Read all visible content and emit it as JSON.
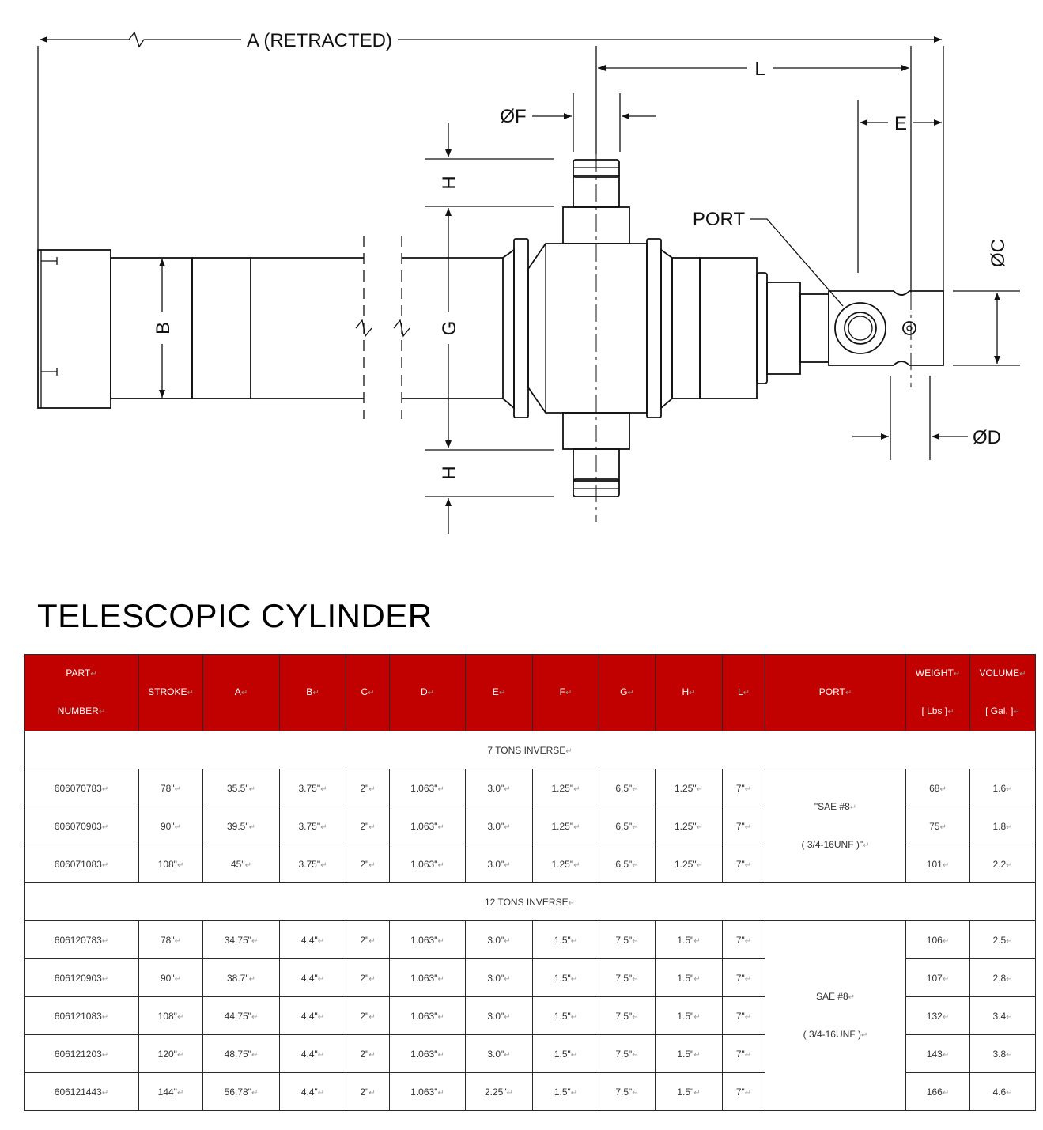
{
  "drawing": {
    "labels": {
      "a": "A (RETRACTED)",
      "l": "L",
      "f": "ØF",
      "e": "E",
      "port": "PORT",
      "c": "ØC",
      "b": "B",
      "g": "G",
      "h_top": "H",
      "h_bottom": "H",
      "d": "ØD"
    }
  },
  "title": "TELESCOPIC CYLINDER",
  "table": {
    "headers": {
      "part_line1": "PART",
      "part_line2": "NUMBER",
      "stroke": "STROKE",
      "a": "A",
      "b": "B",
      "c": "C",
      "d": "D",
      "e": "E",
      "f": "F",
      "g": "G",
      "h": "H",
      "l": "L",
      "port": "PORT",
      "weight_line1": "WEIGHT",
      "weight_line2": "[ Lbs ]",
      "volume_line1": "VOLUME",
      "volume_line2": "[ Gal. ]"
    },
    "sections": [
      {
        "title": "7 TONS INVERSE",
        "port_line1": "\"SAE #8",
        "port_line2": "( 3/4-16UNF )\"",
        "rows": [
          [
            "606070783",
            "78\"",
            "35.5\"",
            "3.75\"",
            "2\"",
            "1.063\"",
            "3.0\"",
            "1.25\"",
            "6.5\"",
            "1.25\"",
            "7\"",
            "68",
            "1.6"
          ],
          [
            "606070903",
            "90\"",
            "39.5\"",
            "3.75\"",
            "2\"",
            "1.063\"",
            "3.0\"",
            "1.25\"",
            "6.5\"",
            "1.25\"",
            "7\"",
            "75",
            "1.8"
          ],
          [
            "606071083",
            "108\"",
            "45\"",
            "3.75\"",
            "2\"",
            "1.063\"",
            "3.0\"",
            "1.25\"",
            "6.5\"",
            "1.25\"",
            "7\"",
            "101",
            "2.2"
          ]
        ]
      },
      {
        "title": "12 TONS INVERSE",
        "port_line1": "SAE #8",
        "port_line2": "( 3/4-16UNF )",
        "rows": [
          [
            "606120783",
            "78\"",
            "34.75\"",
            "4.4\"",
            "2\"",
            "1.063\"",
            "3.0\"",
            "1.5\"",
            "7.5\"",
            "1.5\"",
            "7\"",
            "106",
            "2.5"
          ],
          [
            "606120903",
            "90\"",
            "38.7\"",
            "4.4\"",
            "2\"",
            "1.063\"",
            "3.0\"",
            "1.5\"",
            "7.5\"",
            "1.5\"",
            "7\"",
            "107",
            "2.8"
          ],
          [
            "606121083",
            "108\"",
            "44.75\"",
            "4.4\"",
            "2\"",
            "1.063\"",
            "3.0\"",
            "1.5\"",
            "7.5\"",
            "1.5\"",
            "7\"",
            "132",
            "3.4"
          ],
          [
            "606121203",
            "120\"",
            "48.75\"",
            "4.4\"",
            "2\"",
            "1.063\"",
            "3.0\"",
            "1.5\"",
            "7.5\"",
            "1.5\"",
            "7\"",
            "143",
            "3.8"
          ],
          [
            "606121443",
            "144\"",
            "56.78\"",
            "4.4\"",
            "2\"",
            "1.063\"",
            "2.25\"",
            "1.5\"",
            "7.5\"",
            "1.5\"",
            "7\"",
            "166",
            "4.6"
          ]
        ]
      }
    ]
  }
}
